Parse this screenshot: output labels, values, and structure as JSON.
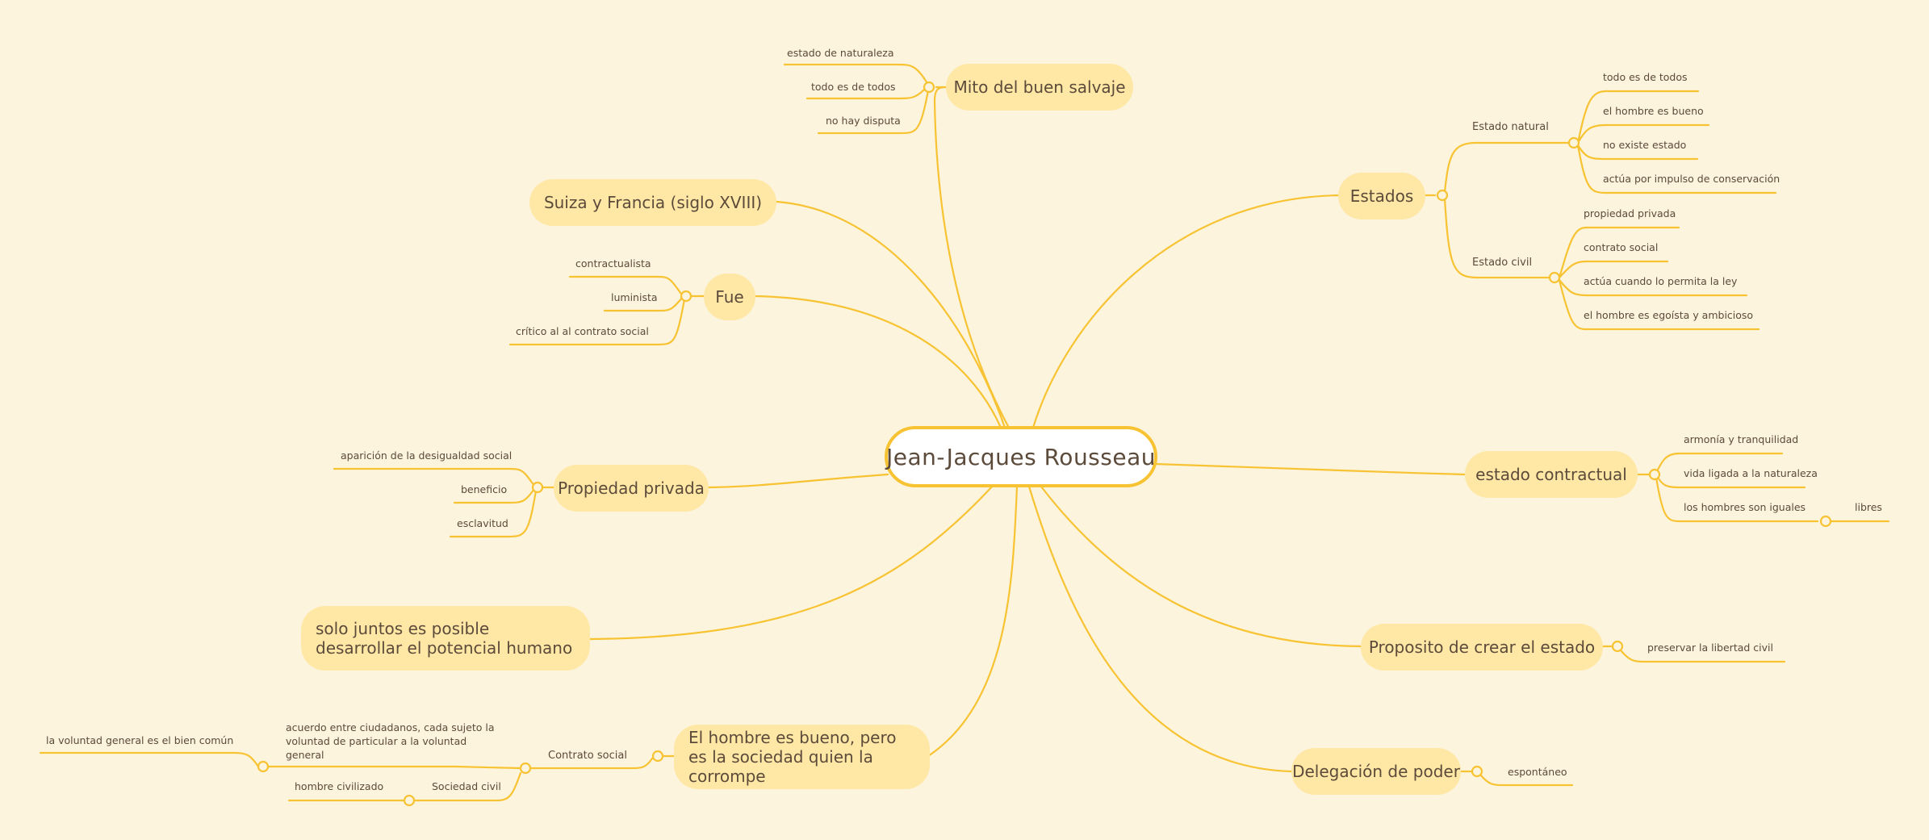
{
  "colors": {
    "background": "#fcf4dd",
    "node_fill": "#ffe8a6",
    "line": "#f8c332",
    "root_fill": "#ffffff",
    "text": "#5c4a3a"
  },
  "root": {
    "label": "Jean-Jacques Rousseau"
  },
  "branches": {
    "mito": {
      "label": "Mito del buen salvaje",
      "children": [
        "estado de naturaleza",
        "todo es de todos",
        "no hay disputa"
      ]
    },
    "suiza": {
      "label": "Suiza y Francia (siglo XVIII)"
    },
    "fue": {
      "label": "Fue",
      "children": [
        "contractualista",
        "luminista",
        "crítico al al contrato social"
      ]
    },
    "propiedad": {
      "label": "Propiedad privada",
      "children": [
        "aparición de la desigualdad social",
        "beneficio",
        "esclavitud"
      ]
    },
    "juntos": {
      "label": "solo juntos es posible desarrollar el potencial humano"
    },
    "hombre_bueno": {
      "label": "El hombre es bueno, pero es la sociedad quien la corrompe",
      "children": {
        "contrato": {
          "label": "Contrato social",
          "children": {
            "acuerdo": {
              "label": "acuerdo entre ciudadanos, cada sujeto la voluntad de particular a la voluntad general",
              "children": [
                "la voluntad general es el bien común"
              ]
            },
            "sociedad": {
              "label": "Sociedad civil",
              "children": [
                "hombre civilizado"
              ]
            }
          }
        }
      }
    },
    "estados": {
      "label": "Estados",
      "children": {
        "natural": {
          "label": "Estado natural",
          "children": [
            "todo es de todos",
            "el hombre es bueno",
            "no existe estado",
            "actúa por impulso de conservación"
          ]
        },
        "civil": {
          "label": "Estado civil",
          "children": [
            "propiedad privada",
            "contrato social",
            "actúa cuando lo permita la ley",
            "el hombre es egoísta y ambicioso"
          ]
        }
      }
    },
    "contractual": {
      "label": "estado contractual",
      "children": [
        "armonía y tranquilidad",
        "vida ligada a la naturaleza",
        "los hombres son iguales"
      ],
      "iguales_children": [
        "libres"
      ]
    },
    "proposito": {
      "label": "Proposito de crear el estado",
      "children": [
        "preservar la libertad civil"
      ]
    },
    "delegacion": {
      "label": "Delegación de poder",
      "children": [
        "espontáneo"
      ]
    }
  }
}
